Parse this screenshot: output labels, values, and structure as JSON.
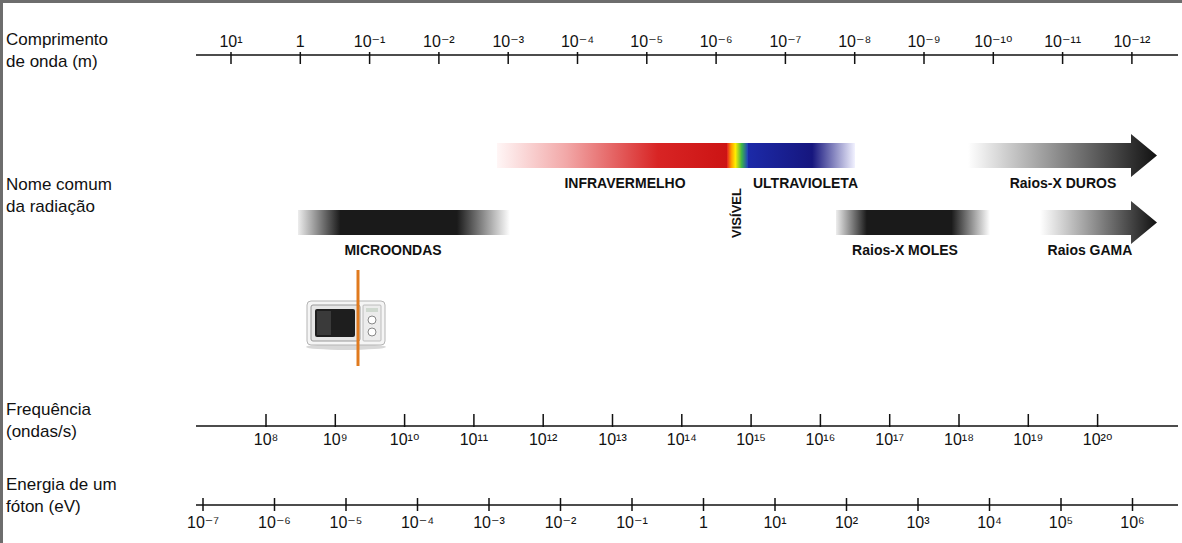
{
  "diagram": {
    "nodes": [
      {
        "text": [
          "INFRAVERMELHO"
        ]
      },
      {
        "text": [
          "VISÍVEL"
        ]
      },
      {
        "text": [
          "ULTRAVIOLETA"
        ]
      },
      {
        "text": [
          "Raios-X DUROS"
        ]
      },
      {
        "text": [
          "MICROONDAS"
        ]
      },
      {
        "text": [
          "Raios-X MOLES"
        ]
      },
      {
        "text": [
          "Raios GAMA"
        ]
      }
    ],
    "labels": [
      "Comprimento de onda (m)",
      "10¹",
      "1",
      "10⁻¹",
      "10⁻²",
      "10⁻³",
      "10⁻⁴",
      "10⁻⁵",
      "10⁻⁶",
      "10⁻⁷",
      "10⁻⁸",
      "10⁻⁹",
      "10⁻¹⁰",
      "10⁻¹¹",
      "10⁻¹²",
      "Nome comum da radiação",
      "Frequência (ondas/s)",
      "10⁸",
      "10⁹",
      "10¹⁰",
      "10¹¹",
      "10¹²",
      "10¹³",
      "10¹⁴",
      "10¹⁵",
      "10¹⁶",
      "10¹⁷",
      "10¹⁸",
      "10¹⁹",
      "10²⁰",
      "Energia de um fóton (eV)",
      "10⁻⁷",
      "10⁻⁶",
      "10⁻⁵",
      "10⁻⁴",
      "10⁻³",
      "10⁻²",
      "10⁻¹",
      "1",
      "10¹",
      "10²",
      "10³",
      "10⁴",
      "10⁵",
      "10⁶"
    ]
  }
}
